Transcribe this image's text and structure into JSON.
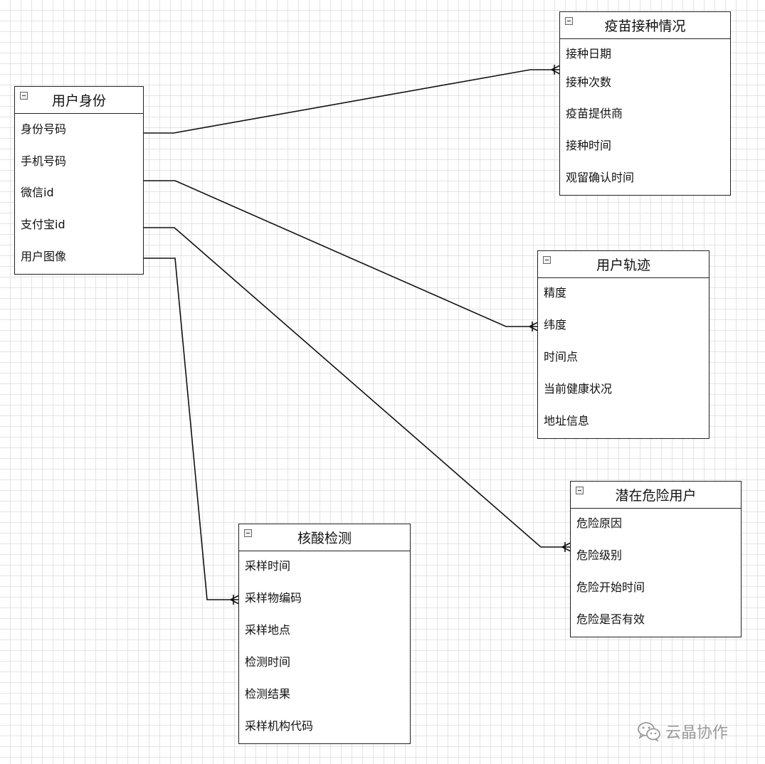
{
  "entities": {
    "user_identity": {
      "title": "用户身份",
      "fields": [
        "身份号码",
        "手机号码",
        "微信id",
        "支付宝id",
        "用户图像"
      ]
    },
    "vaccination": {
      "title": "疫苗接种情况",
      "fields": [
        "接种日期",
        "接种次数",
        "疫苗提供商",
        "接种时间",
        "观留确认时间"
      ]
    },
    "user_track": {
      "title": "用户轨迹",
      "fields": [
        "精度",
        "纬度",
        "时间点",
        "当前健康状况",
        "地址信息"
      ]
    },
    "risk_user": {
      "title": "潜在危险用户",
      "fields": [
        "危险原因",
        "危险级别",
        "危险开始时间",
        "危险是否有效"
      ]
    },
    "nucleic_test": {
      "title": "核酸检测",
      "fields": [
        "采样时间",
        "采样物编码",
        "采样地点",
        "检测时间",
        "检测结果",
        "采样机构代码"
      ]
    }
  },
  "relationships": [
    {
      "from": "user_identity.身份号码",
      "to": "vaccination.接种次数",
      "cardinality": "one-to-many"
    },
    {
      "from": "user_identity.微信id",
      "to": "user_track.纬度",
      "cardinality": "one-to-many"
    },
    {
      "from": "user_identity.支付宝id",
      "to": "risk_user.危险级别",
      "cardinality": "one-to-many"
    },
    {
      "from": "user_identity.用户图像",
      "to": "nucleic_test.采样物编码",
      "cardinality": "one-to-many"
    }
  ],
  "watermark": {
    "text": "云晶协作",
    "icon": "wechat-icon"
  }
}
